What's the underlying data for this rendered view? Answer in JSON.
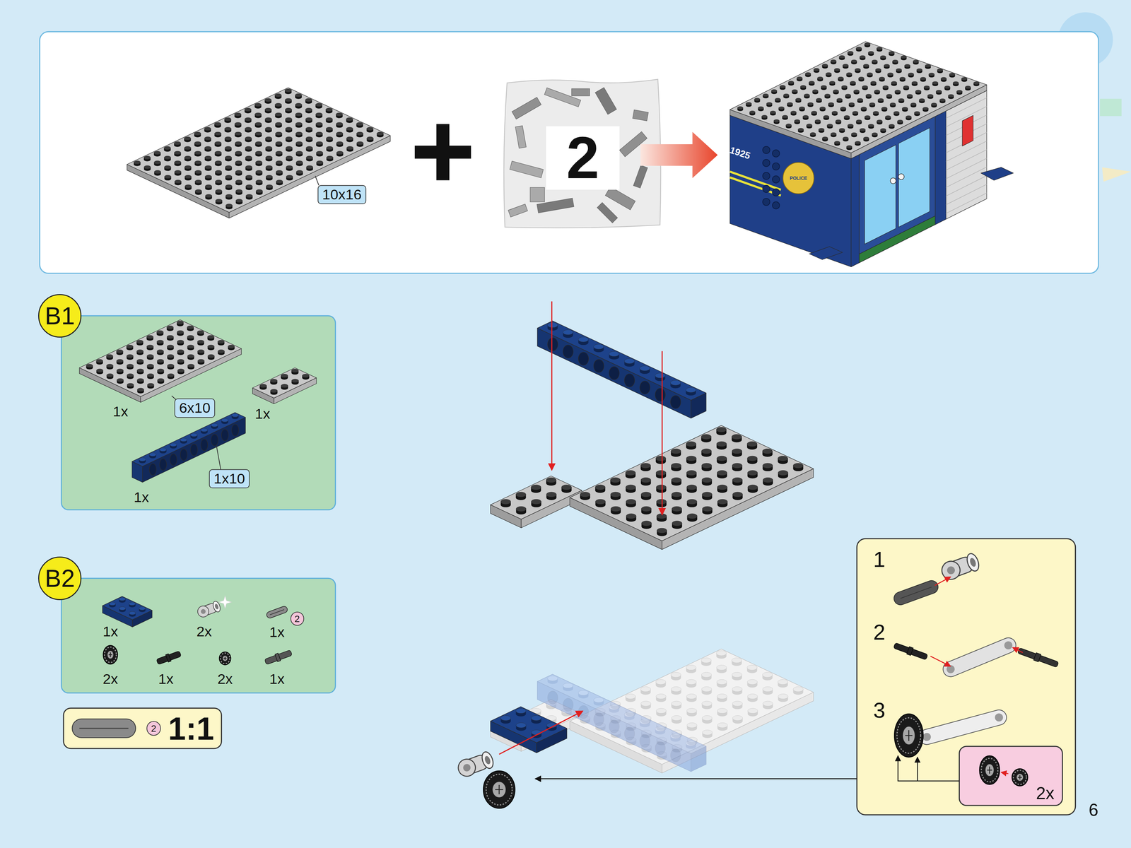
{
  "diagram": {
    "nodes": [
      {
        "text": [
          "10x16"
        ]
      },
      {
        "text": [
          "2"
        ]
      },
      {
        "text": [
          "POLICE"
        ]
      },
      {
        "text": [
          "B1"
        ]
      },
      {
        "text": [
          "6x10"
        ],
        "in": 3
      },
      {
        "text": [
          "1x10"
        ],
        "in": 3
      },
      {
        "text": [
          "B2"
        ]
      },
      {
        "text": [
          "2"
        ],
        "in": 6
      },
      {
        "text": [
          "1:1"
        ]
      },
      {
        "text": [
          "2"
        ],
        "in": 8
      },
      {
        "text": [
          "1",
          "2",
          "3"
        ]
      },
      {
        "text": [
          "2x"
        ],
        "in": 10
      }
    ],
    "labels": [
      "1925",
      "1x",
      "1x",
      "1x",
      "1x",
      "2x",
      "1x",
      "2x",
      "1x",
      "2x",
      "1x",
      "6"
    ]
  }
}
